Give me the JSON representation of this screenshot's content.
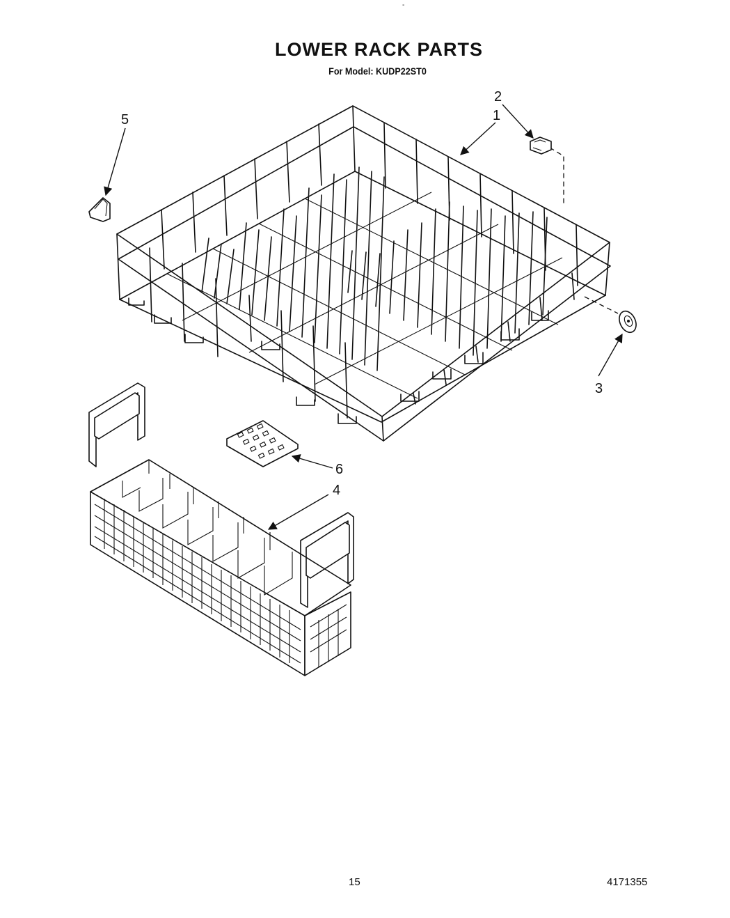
{
  "header": {
    "top_mark": "-",
    "title": "LOWER RACK PARTS",
    "subtitle": "For Model: KUDP22ST0"
  },
  "callouts": {
    "c1": "1",
    "c2": "2",
    "c3": "3",
    "c4": "4",
    "c5": "5",
    "c6": "6"
  },
  "footer": {
    "page_number": "15",
    "document_number": "4171355"
  }
}
